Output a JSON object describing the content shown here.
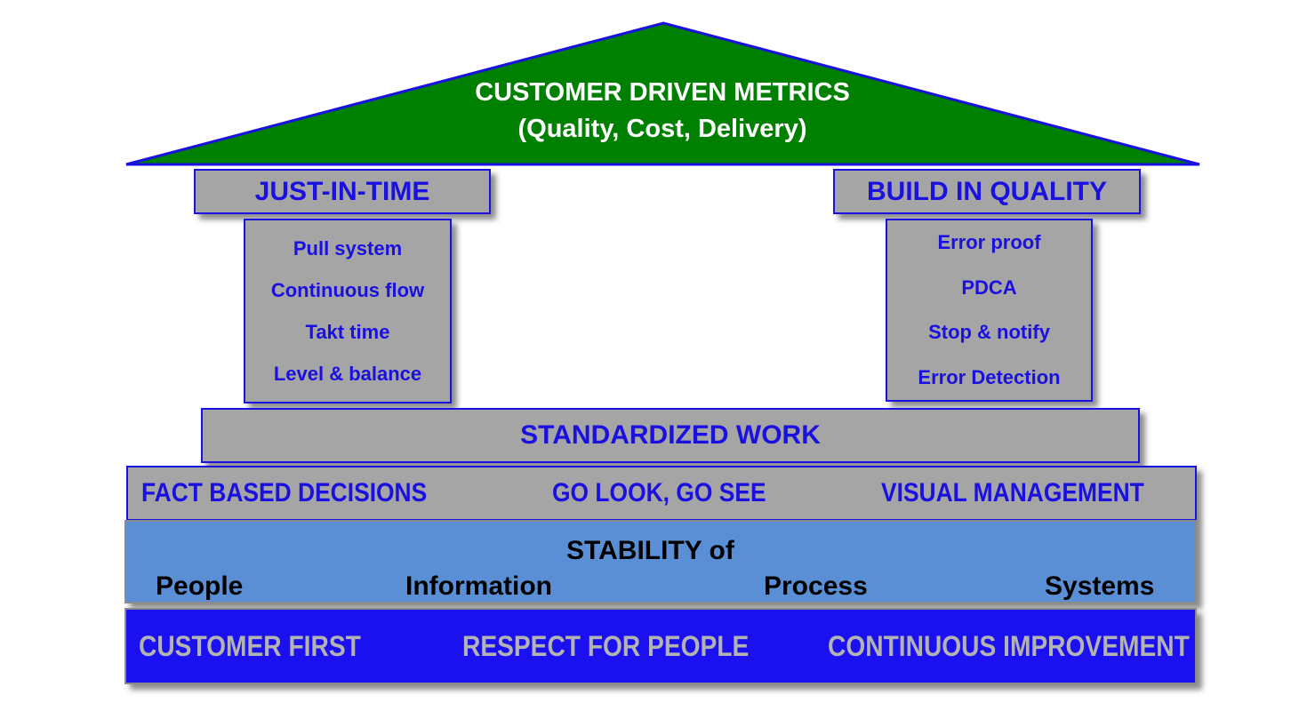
{
  "roof": {
    "line1": "CUSTOMER DRIVEN METRICS",
    "line2": "(Quality, Cost, Delivery)",
    "color": "#008000"
  },
  "left_pillar": {
    "title": "JUST-IN-TIME",
    "items": [
      "Pull system",
      "Continuous  flow",
      "Takt time",
      "Level & balance"
    ]
  },
  "right_pillar": {
    "title": "BUILD IN QUALITY",
    "items": [
      "Error proof",
      "PDCA",
      "Stop & notify",
      "Error Detection"
    ]
  },
  "standardized_work": "STANDARDIZED WORK",
  "principles_row": [
    "FACT BASED DECISIONS",
    "GO LOOK, GO SEE",
    "VISUAL MANAGEMENT"
  ],
  "stability": {
    "title": "STABILITY of",
    "items": [
      "People",
      "Information",
      "Process",
      "Systems"
    ]
  },
  "foundation": [
    "CUSTOMER FIRST",
    "RESPECT FOR PEOPLE",
    "CONTINUOUS IMPROVEMENT"
  ],
  "colors": {
    "accent_blue": "#1a10e0",
    "box_gray": "#a5a5a5",
    "stability_blue": "#5a8fd6",
    "foundation_blue": "#1a10f0"
  }
}
